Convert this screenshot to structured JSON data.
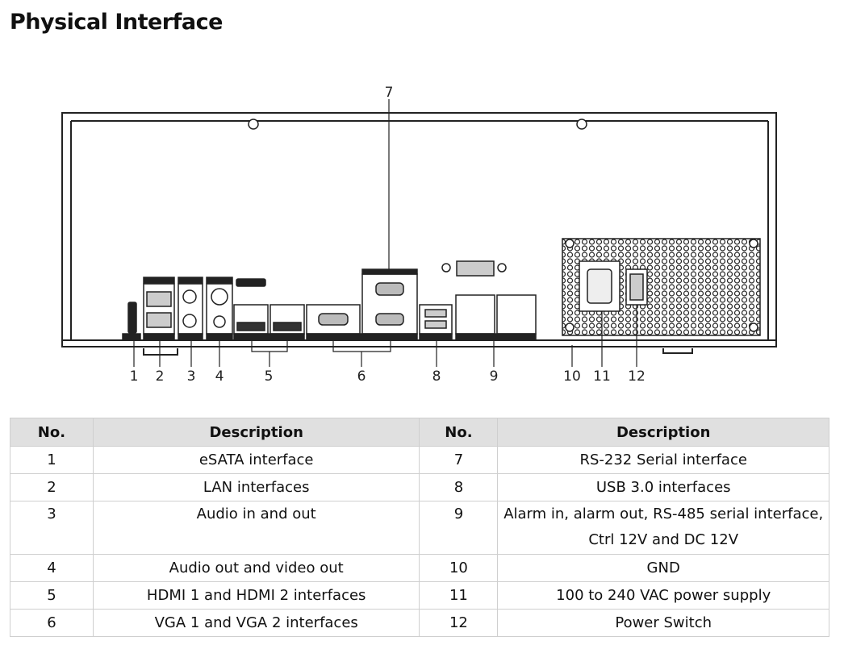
{
  "title": "Physical Interface",
  "diagram": {
    "callouts": [
      "1",
      "2",
      "3",
      "4",
      "5",
      "6",
      "7",
      "8",
      "9",
      "10",
      "11",
      "12"
    ]
  },
  "table": {
    "headers": [
      "No.",
      "Description",
      "No.",
      "Description"
    ],
    "rows": [
      {
        "no1": "1",
        "desc1": "eSATA interface",
        "no2": "7",
        "desc2": "RS-232 Serial interface"
      },
      {
        "no1": "2",
        "desc1": "LAN interfaces",
        "no2": "8",
        "desc2": "USB 3.0 interfaces"
      },
      {
        "no1": "3",
        "desc1": "Audio in and out",
        "no2": "9",
        "desc2": "Alarm in, alarm out, RS-485 serial interface,",
        "desc2b": "Ctrl 12V and DC 12V"
      },
      {
        "no1": "4",
        "desc1": "Audio out and video out",
        "no2": "10",
        "desc2": "GND"
      },
      {
        "no1": "5",
        "desc1": "HDMI 1 and HDMI 2 interfaces",
        "no2": "11",
        "desc2": "100 to 240 VAC power supply"
      },
      {
        "no1": "6",
        "desc1": "VGA 1 and VGA 2 interfaces",
        "no2": "12",
        "desc2": "Power Switch"
      }
    ]
  }
}
